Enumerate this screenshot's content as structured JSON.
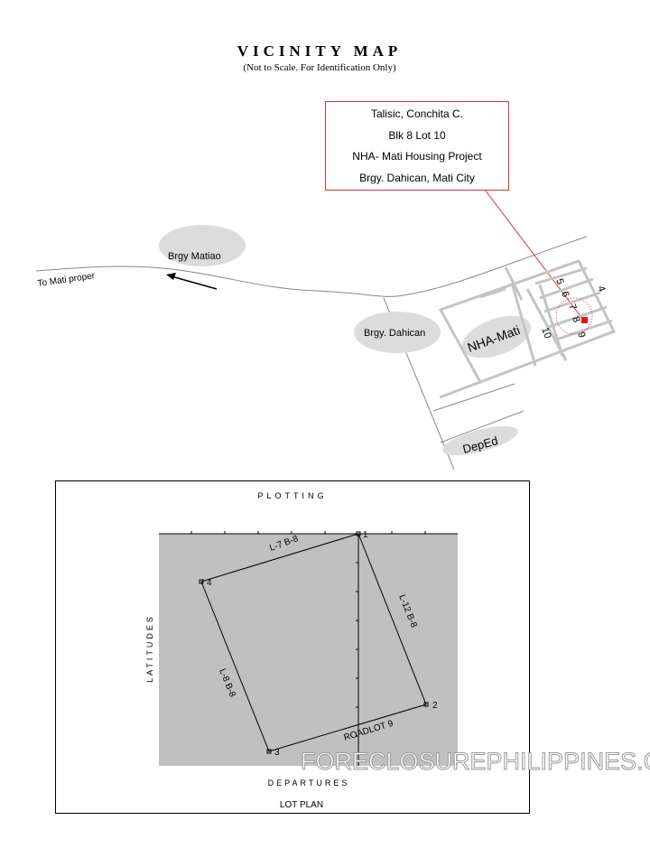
{
  "header": {
    "title": "VICINITY MAP",
    "subtitle": "(Not to Scale. For Identification Only)"
  },
  "info_box": {
    "lines": [
      "Talisic, Conchita C.",
      "Blk 8 Lot  10",
      "NHA- Mati Housing Project",
      "Brgy. Dahican, Mati City"
    ],
    "border_color": "#dd3333"
  },
  "map": {
    "to_mati": "To Mati proper",
    "places": {
      "matiao": "Brgy Matiao",
      "dahican": "Brgy. Dahican",
      "nha": "NHA-Mati",
      "deped": "DepEd"
    },
    "lot_numbers": [
      "5",
      "6",
      "7",
      "8",
      "9",
      "4",
      "10"
    ],
    "marker_color": "#ee1111"
  },
  "plot": {
    "title": "PLOTTING",
    "xlabel": "DEPARTURES",
    "ylabel": "LATITUDES",
    "caption": "LOT PLAN",
    "points": [
      "1",
      "2",
      "3",
      "4"
    ],
    "sides": [
      "L-7 B-8",
      "L-12 B-8",
      "ROADLOT 9",
      "L-8 B-8"
    ],
    "bg": "#c0c0c0"
  },
  "watermark": "FORECLOSUREPHILIPPINES.COM"
}
